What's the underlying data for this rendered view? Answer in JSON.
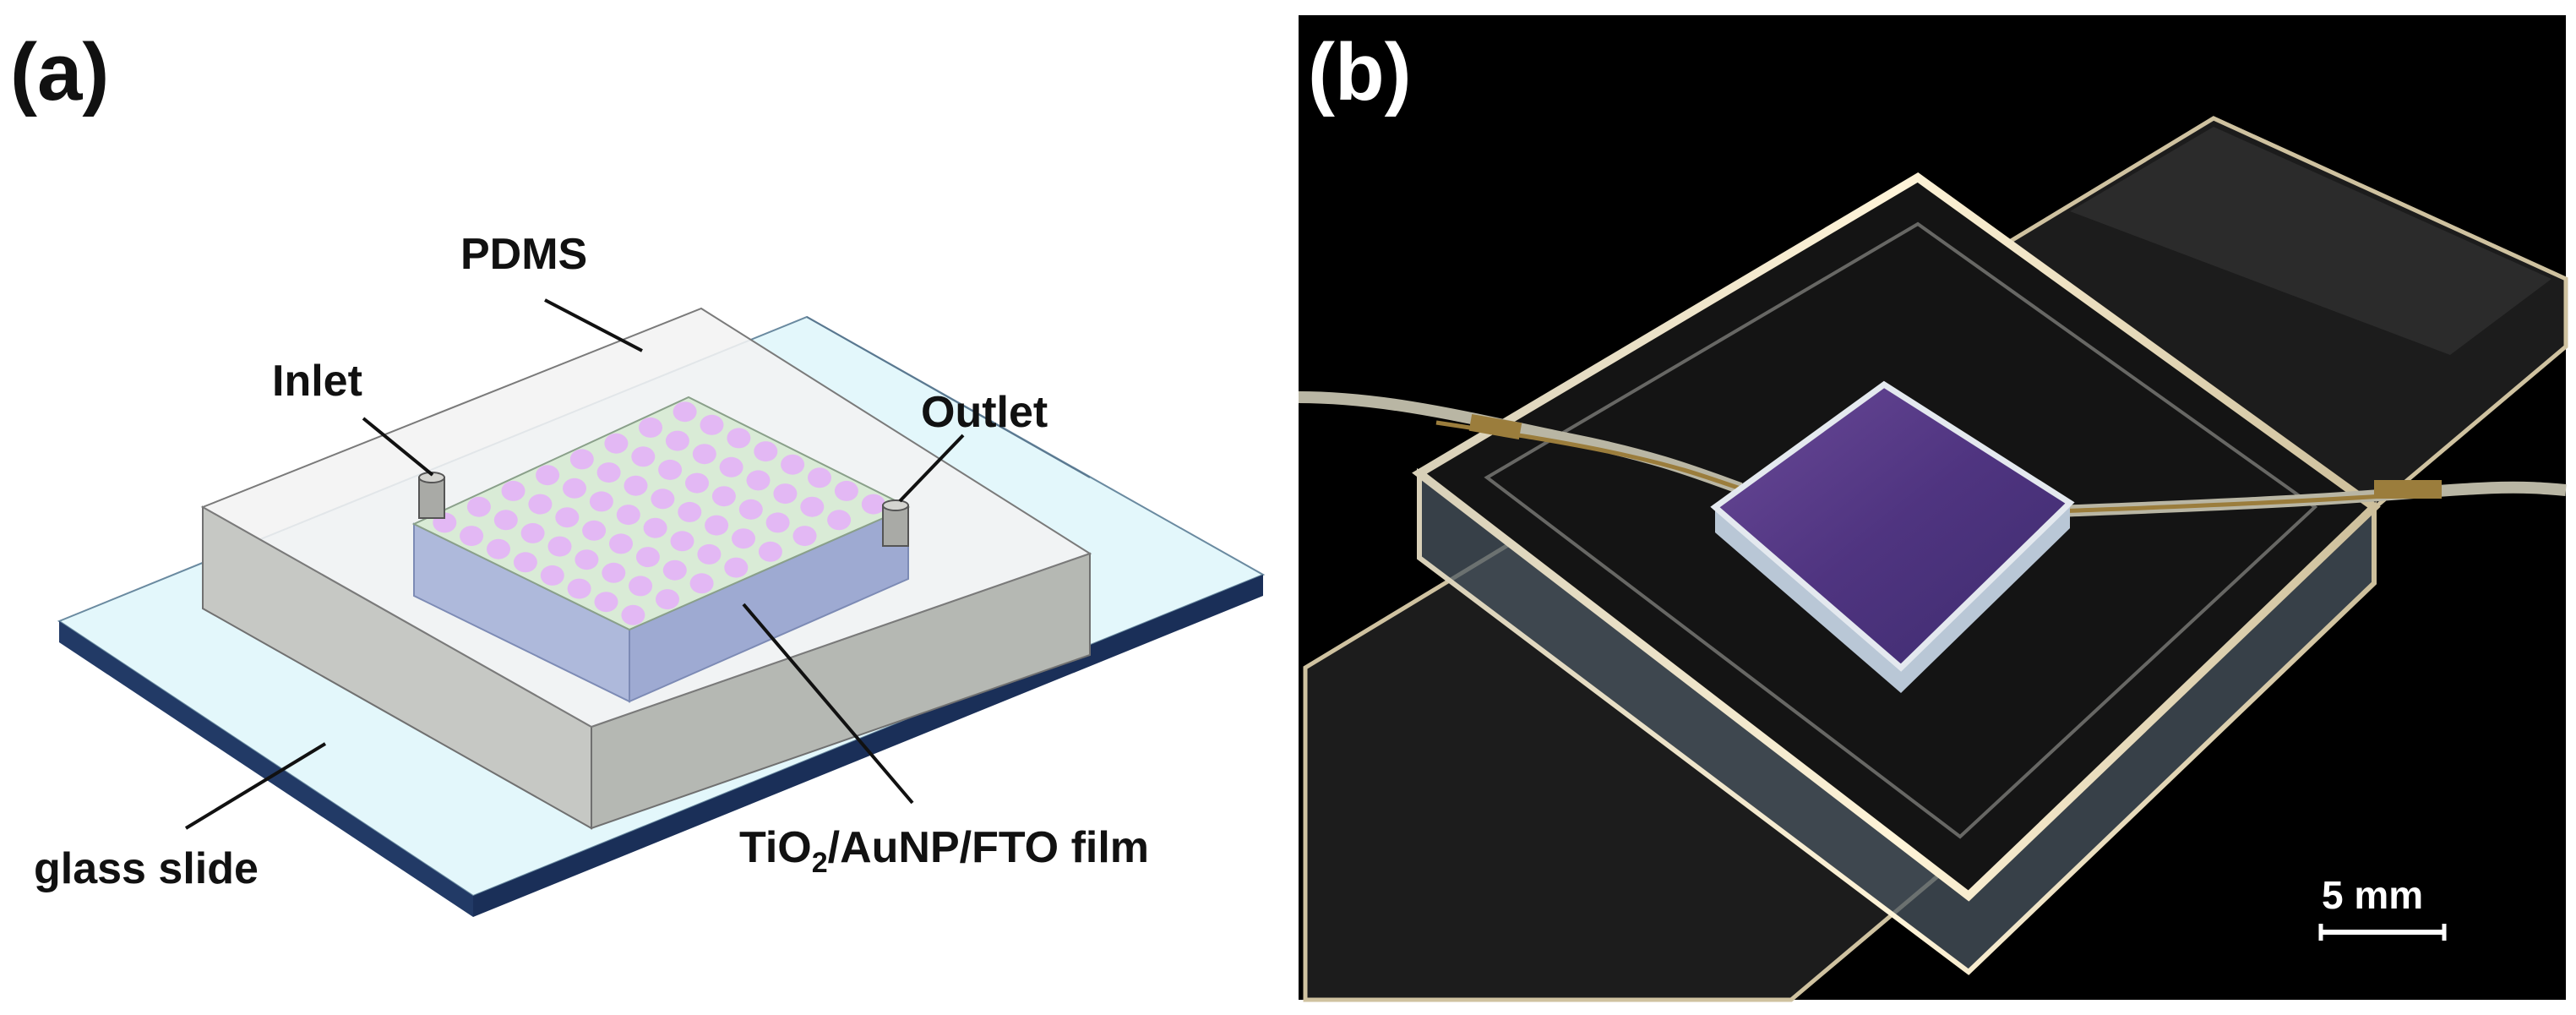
{
  "panel_a": {
    "label": "(a)",
    "labels": {
      "pdms": "PDMS",
      "inlet": "Inlet",
      "outlet": "Outlet",
      "glass_slide": "glass slide",
      "film_prefix": "TiO",
      "film_sub": "2",
      "film_suffix": "/AuNP/FTO film"
    }
  },
  "panel_b": {
    "label": "(b)",
    "scale_bar": "5 mm"
  },
  "colors": {
    "glass_top": "#e3f7fb",
    "glass_edge": "#223a66",
    "pdms_top": "#f2f2f2",
    "pdms_side": "#c6c8c4",
    "film_top": "#d9ebd6",
    "film_side": "#aeb9db",
    "dots": "#e3b8f4",
    "photo_bg": "#000000",
    "photo_film": "#5a3c86"
  }
}
